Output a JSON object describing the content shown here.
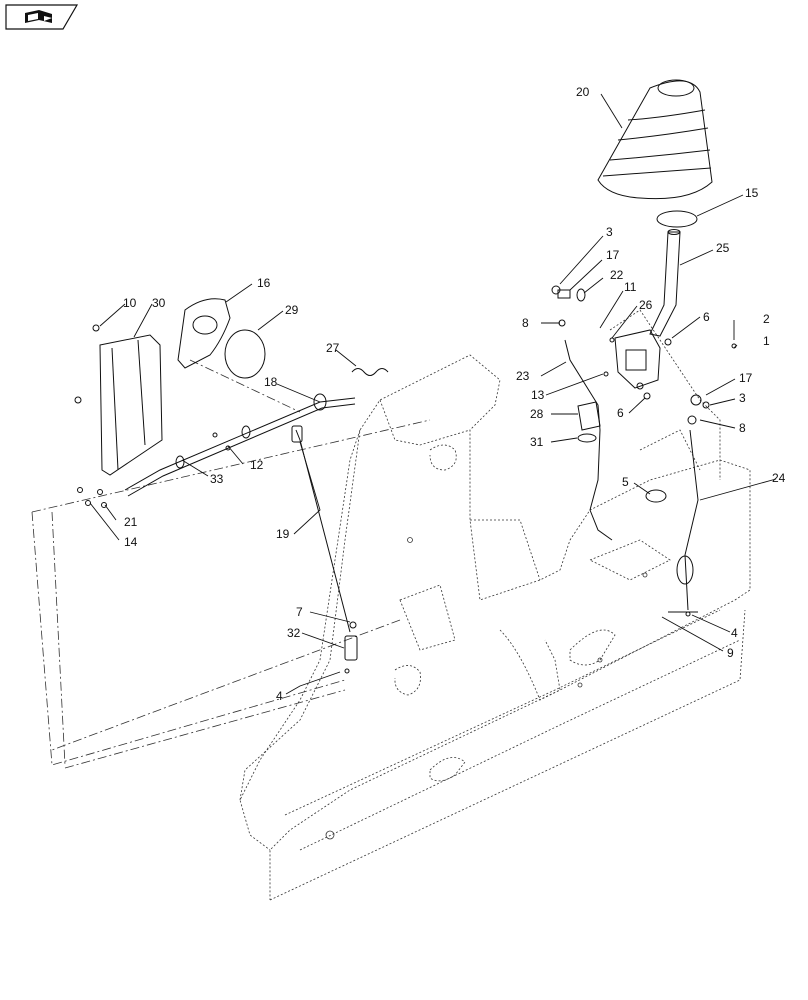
{
  "callouts": {
    "c1": "1",
    "c2": "2",
    "c3a": "3",
    "c3b": "3",
    "c4a": "4",
    "c4b": "4",
    "c5": "5",
    "c6a": "6",
    "c6b": "6",
    "c7": "7",
    "c8a": "8",
    "c8b": "8",
    "c9": "9",
    "c10": "10",
    "c11": "11",
    "c12": "12",
    "c13": "13",
    "c14": "14",
    "c15": "15",
    "c16": "16",
    "c17a": "17",
    "c17b": "17",
    "c18": "18",
    "c19": "19",
    "c20": "20",
    "c21": "21",
    "c22": "22",
    "c23": "23",
    "c24": "24",
    "c25": "25",
    "c26": "26",
    "c27": "27",
    "c28": "28",
    "c29": "29",
    "c30": "30",
    "c31": "31",
    "c32": "32",
    "c33": "33"
  },
  "icons": {
    "back_button": "book-back-icon"
  }
}
